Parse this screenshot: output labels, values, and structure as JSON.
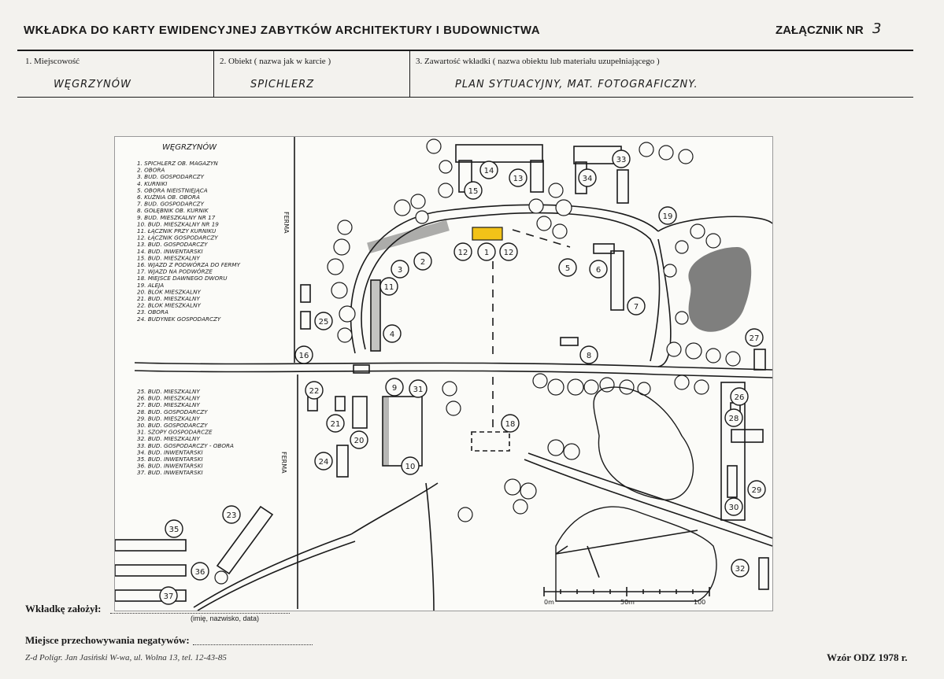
{
  "header": {
    "title": "WKŁADKA DO KARTY EWIDENCYJNEJ ZABYTKÓW ARCHITEKTURY I BUDOWNICTWA",
    "annex_label": "ZAŁĄCZNIK NR",
    "annex_number": "3"
  },
  "fields": {
    "locality": {
      "label": "1. Miejscowość",
      "value": "WĘGRZYNÓW"
    },
    "object": {
      "label": "2. Obiekt ( nazwa jak w karcie )",
      "value": "SPICHLERZ"
    },
    "contents": {
      "label": "3. Zawartość wkładki ( nazwa obiektu lub materiału uzupełniającego )",
      "value": "PLAN SYTUACYJNY, MAT. FOTOGRAFICZNY."
    }
  },
  "map": {
    "title": "WĘGRZYNÓW",
    "legend_top": [
      "1. SPICHLERZ OB. MAGAZYN",
      "2. OBORA",
      "3. BUD. GOSPODARCZY",
      "4. KURNIKI",
      "5. OBORA NIEISTNIEJĄCA",
      "6. KUŹNIA OB. OBORA",
      "7. BUD. GOSPODARCZY",
      "8. GOŁĘBNIK OB. KURNIK",
      "9. BUD. MIESZKALNY NR 17",
      "10. BUD. MIESZKALNY NR 19",
      "11. ŁĄCZNIK PRZY KURNIKU",
      "12. ŁĄCZNIK GOSPODARCZY",
      "13. BUD. GOSPODARCZY",
      "14. BUD. INWENTARSKI",
      "15. BUD. MIESZKALNY",
      "16. WJAZD Z PODWÓRZA DO FERMY",
      "17. WJAZD NA PODWÓRZE",
      "18. MIEJSCE DAWNEGO DWORU",
      "19. ALEJA",
      "20. BLOK MIESZKALNY",
      "21. BUD. MIESZKALNY",
      "22. BLOK MIESZKALNY",
      "23. OBORA",
      "24. BUDYNEK GOSPODARCZY"
    ],
    "legend_bottom": [
      "25. BUD. MIESZKALNY",
      "26. BUD. MIESZKALNY",
      "27. BUD. MIESZKALNY",
      "28. BUD. GOSPODARCZY",
      "29. BUD. MIESZKALNY",
      "30. BUD. GOSPODARCZY",
      "31. SZOPY GOSPODARCZE",
      "32. BUD. MIESZKALNY",
      "33. BUD. GOSPODARCZY - OBORA",
      "34. BUD. INWENTARSKI",
      "35. BUD. INWENTARSKI",
      "36. BUD. INWENTARSKI",
      "37. BUD. INWENTARSKI"
    ],
    "ferma_label": "FERMA",
    "scale_labels": [
      "0m",
      "50m",
      "100"
    ]
  },
  "footer": {
    "created_by_label": "Wkładkę założył:",
    "created_by_hint": "(imię, nazwisko, data)",
    "negatives_label": "Miejsce przechowywania negatywów:",
    "printer": "Z-d Polígr. Jan Jasiński W-wa, ul. Wolna 13, tel. 12-43-85",
    "form_id": "Wzór ODZ 1978 r."
  },
  "colors": {
    "highlight": "#f2c218",
    "ink": "#1a1a1a",
    "paper": "#f3f2ee"
  }
}
